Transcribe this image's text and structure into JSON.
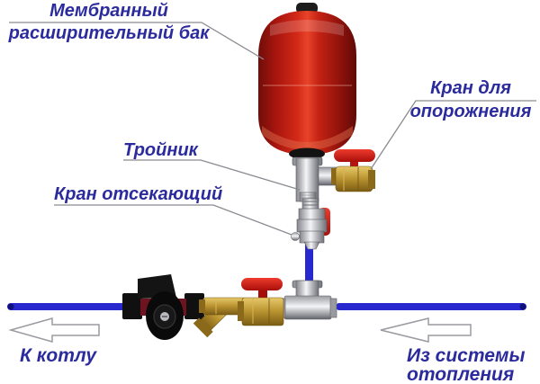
{
  "labels": {
    "tank": {
      "line1": "Мембранный",
      "line2": "расширительный бак"
    },
    "drain_valve": {
      "line1": "Кран для",
      "line2": "опорожнения"
    },
    "tee": "Тройник",
    "shutoff_valve": "Кран отсекающий",
    "to_boiler": "К котлу",
    "from_system": {
      "line1": "Из системы",
      "line2": "отопления"
    }
  },
  "colors": {
    "background": "#ffffff",
    "label_text": "#2b2b9e",
    "pipe_blue": "#2828cf",
    "pipe_end_dark": "#10107a",
    "leader_line": "#8a8a92",
    "arrow_outline": "#9a9aa0",
    "arrow_fill": "#ffffff",
    "tank_red": "#b51c12",
    "handle_red": "#d01914",
    "brass": "#b08c2e",
    "chrome": "#c8c9cd",
    "pump_black": "#121212",
    "pump_pipe_red": "#6e1420"
  }
}
